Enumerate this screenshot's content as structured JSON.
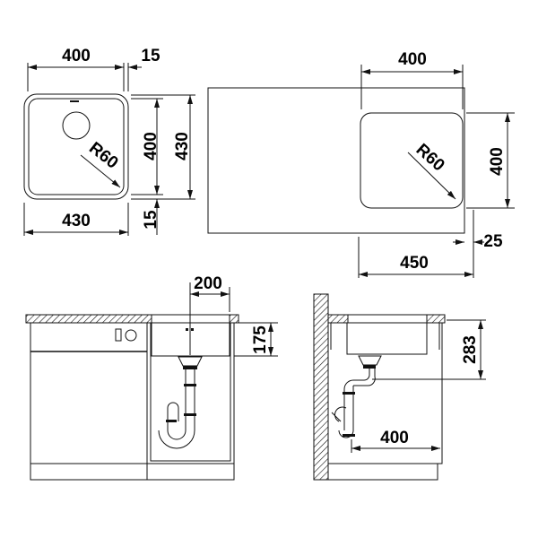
{
  "top_view": {
    "sink_width_inner": "400",
    "rim_offset": "15",
    "sink_depth_inner": "400",
    "sink_depth_outer": "430",
    "rim_offset_bottom": "15",
    "sink_width_outer": "430",
    "corner_radius": "R60"
  },
  "countertop_view": {
    "cutout_width": "400",
    "cutout_depth": "400",
    "corner_radius": "R60",
    "edge_offset": "25",
    "edge_distance": "450"
  },
  "front_view": {
    "drain_offset": "200",
    "bowl_depth": "175"
  },
  "side_view": {
    "overall_depth": "283",
    "cabinet_depth": "400"
  },
  "colors": {
    "line": "#111111",
    "background": "#ffffff"
  }
}
